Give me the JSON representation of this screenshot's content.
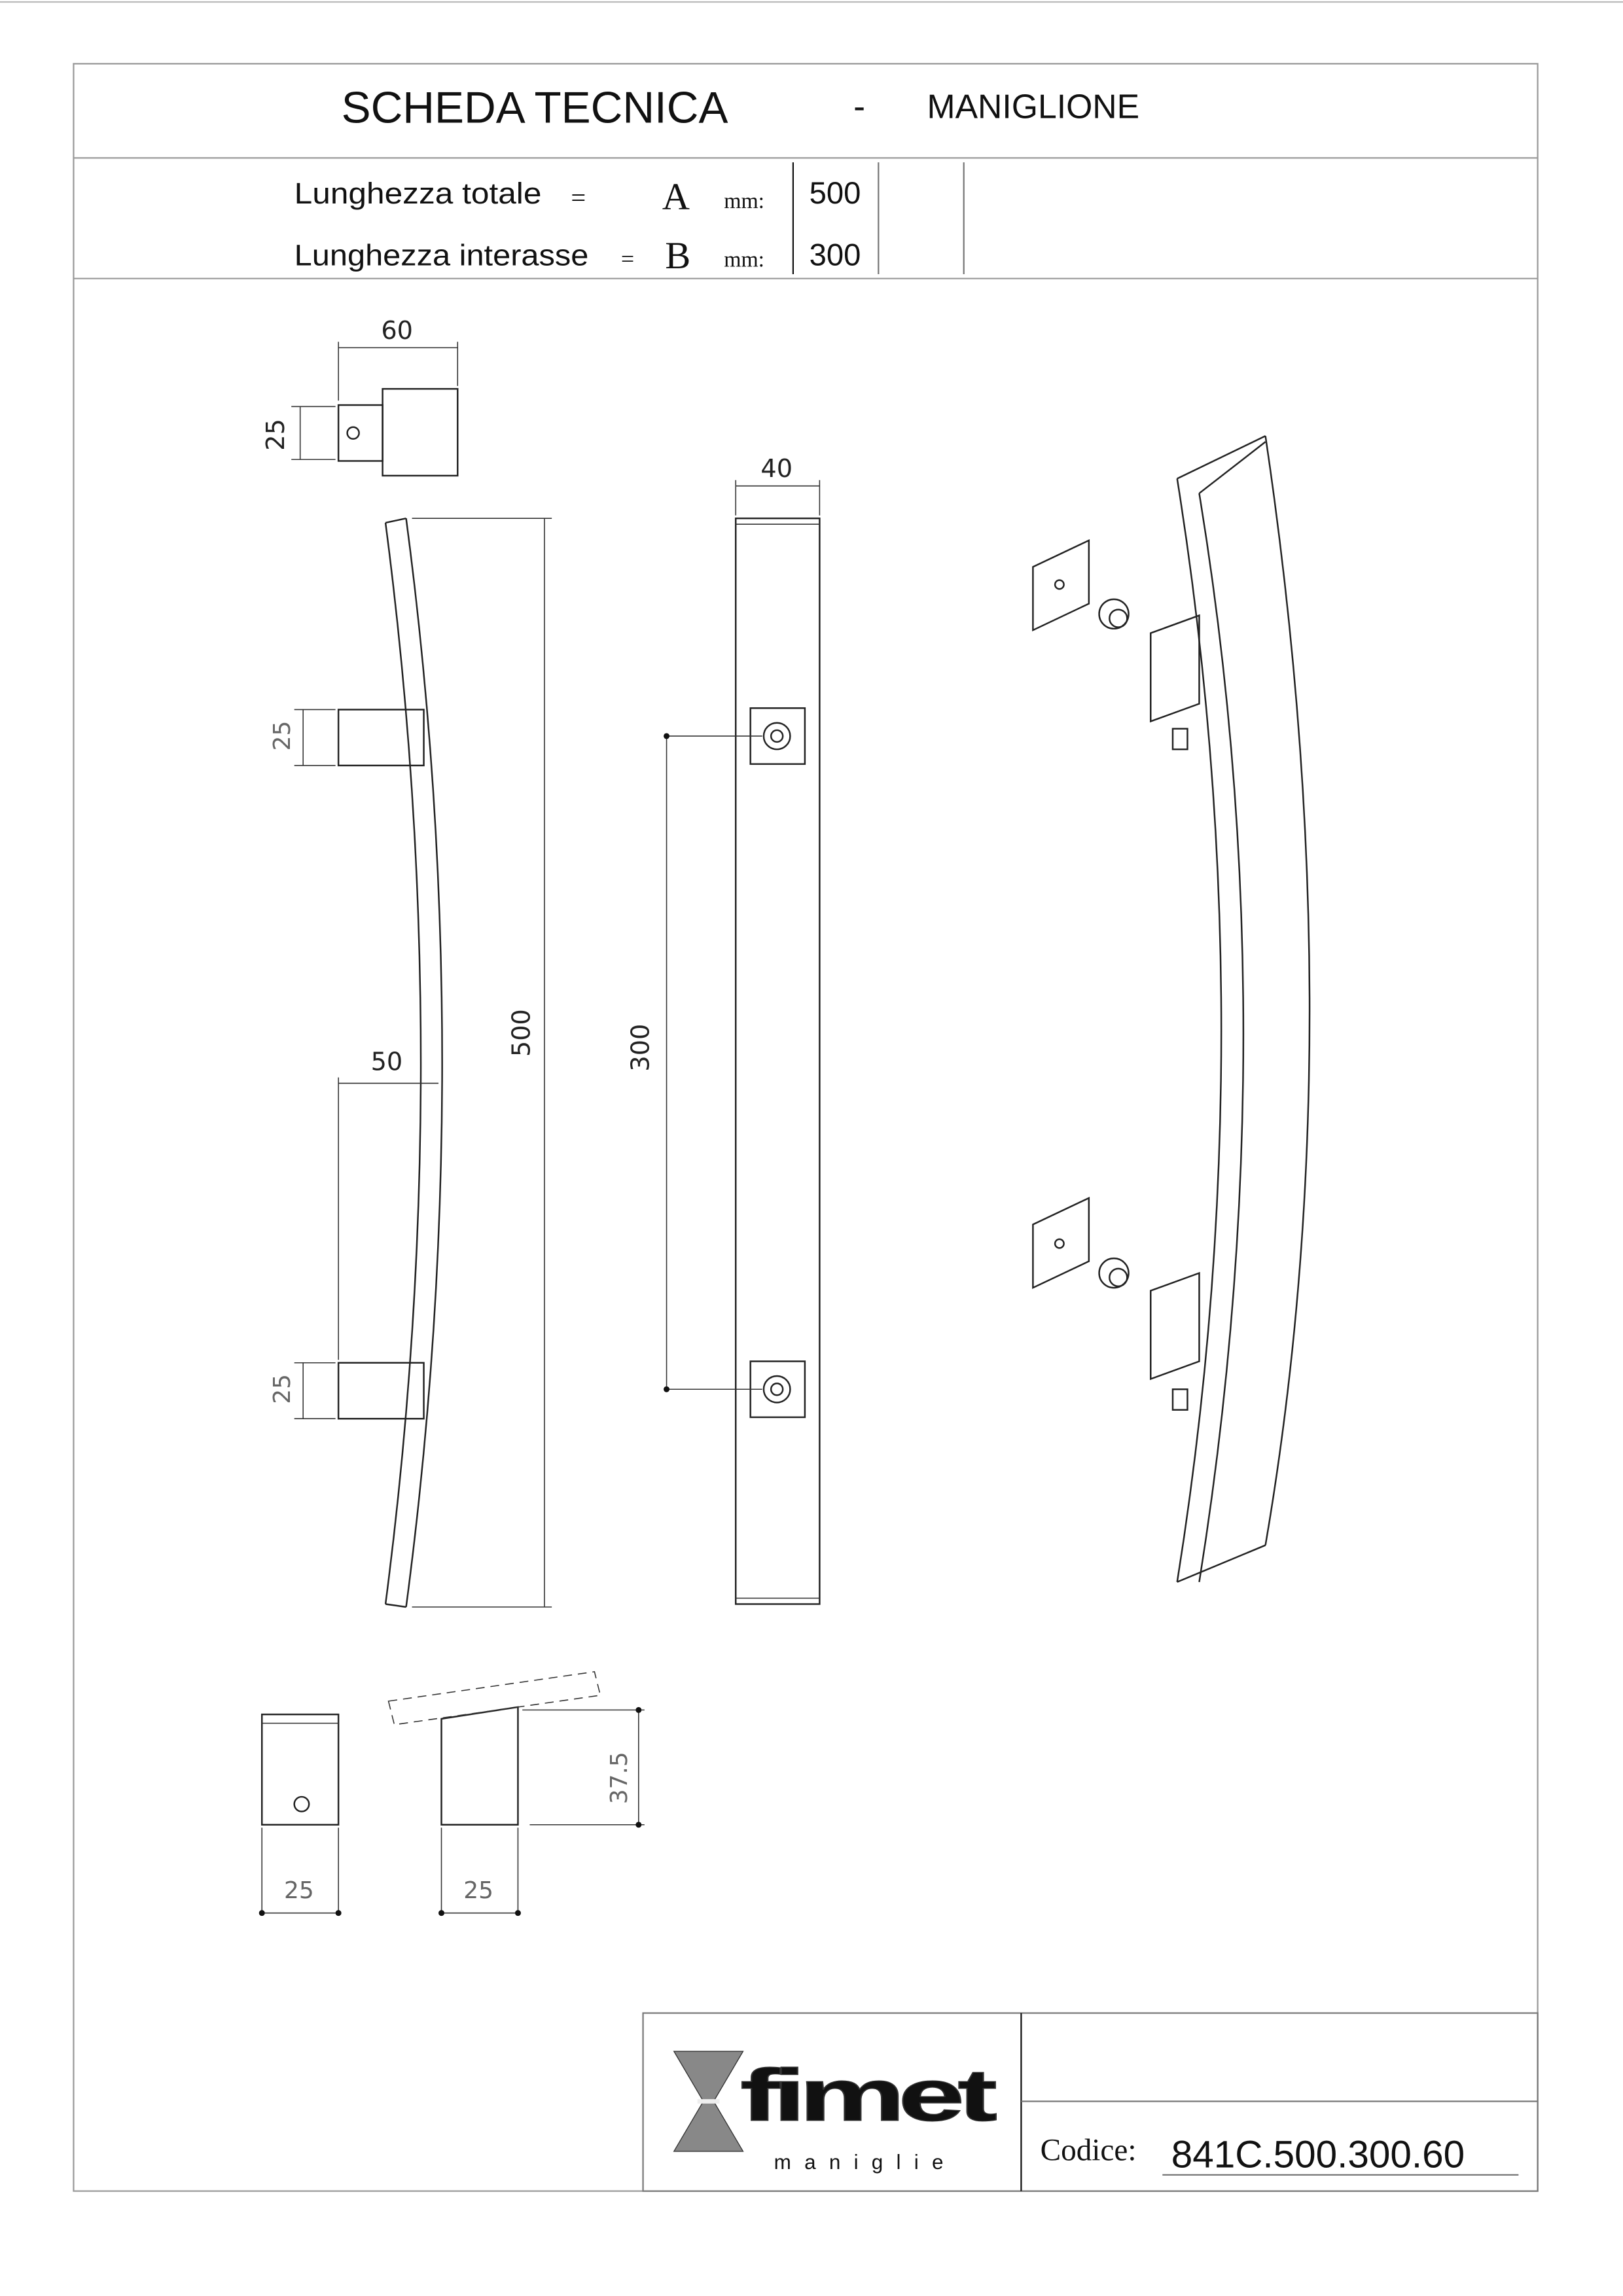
{
  "header": {
    "title": "SCHEDA TECNICA",
    "separator": "-",
    "product": "MANIGLIONE"
  },
  "specs": [
    {
      "label": "Lunghezza totale",
      "eq": "=",
      "symbol": "A",
      "unit": "mm:",
      "value": "500"
    },
    {
      "label": "Lunghezza interasse",
      "eq": "=",
      "symbol": "B",
      "unit": "mm:",
      "value": "300"
    }
  ],
  "dimensions": {
    "post_depth": "60",
    "post_width": "25",
    "top_post_height": "25",
    "bottom_post_height": "25",
    "projection": "50",
    "total_length": "500",
    "bar_width": "40",
    "center_distance": "300",
    "section_width_1": "25",
    "section_width_2": "25",
    "section_height": "37.5"
  },
  "footer": {
    "logo_text": "fimet",
    "logo_subtext": "maniglie",
    "code_label": "Codice:",
    "code_value": "841C.500.300.60"
  }
}
